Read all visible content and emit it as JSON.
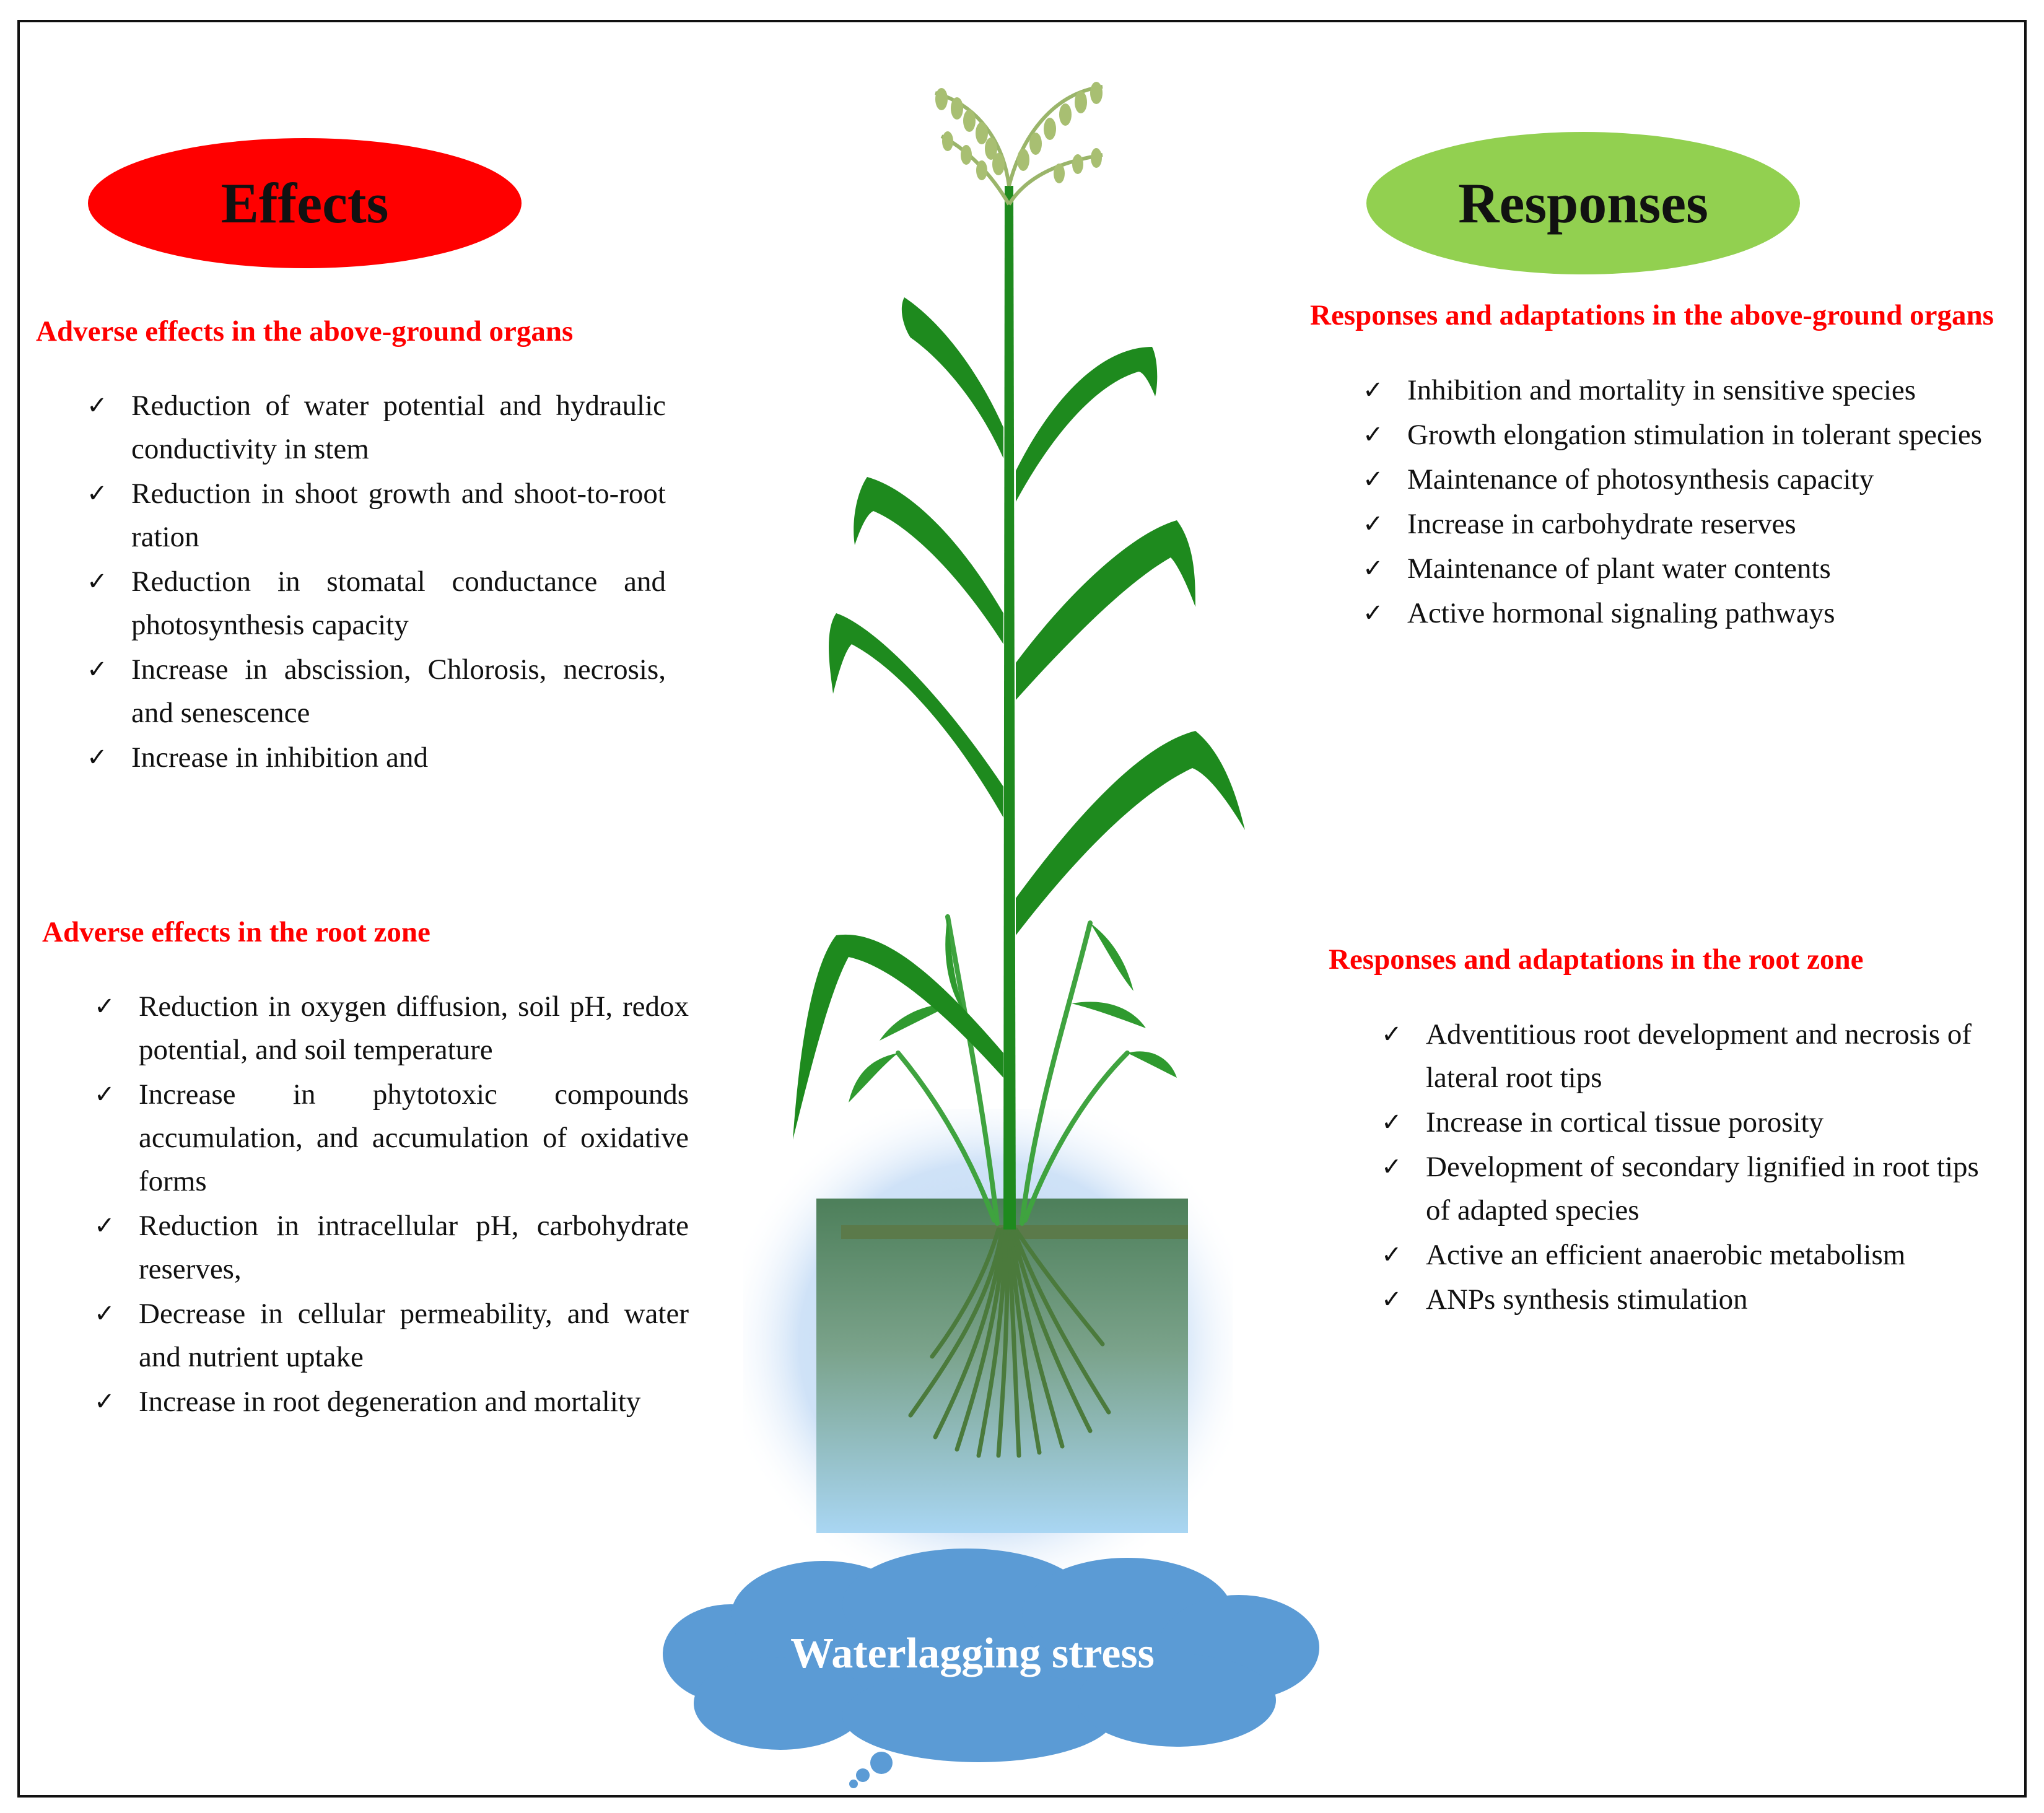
{
  "effects": {
    "title": "Effects",
    "above_ground": {
      "heading": "Adverse effects in the above-ground organs",
      "items": [
        "Reduction of water potential and hydraulic conductivity in stem",
        "Reduction in shoot growth and shoot-to-root ration",
        "Reduction in stomatal conductance and photosynthesis capacity",
        "Increase in abscission, Chlorosis, necrosis, and senescence",
        "Increase in inhibition and"
      ]
    },
    "root_zone": {
      "heading": "Adverse effects in the root zone",
      "items": [
        "Reduction in oxygen diffusion, soil pH, redox potential, and soil temperature",
        "Increase in phytotoxic compounds accumulation, and accumulation of oxidative forms",
        "Reduction in intracellular pH, carbohydrate reserves,",
        "Decrease in cellular permeability, and water and nutrient uptake",
        "Increase in root degeneration and mortality"
      ]
    }
  },
  "responses": {
    "title": "Responses",
    "above_ground": {
      "heading": "Responses and adaptations in the above-ground organs",
      "items": [
        "Inhibition and mortality in sensitive species",
        "Growth elongation stimulation in tolerant species",
        "Maintenance of photosynthesis capacity",
        "Increase in carbohydrate reserves",
        "Maintenance of plant water contents",
        "Active hormonal signaling pathways"
      ]
    },
    "root_zone": {
      "heading": "Responses and adaptations in the root zone",
      "items": [
        "Adventitious root development and necrosis of lateral root tips",
        "Increase in cortical tissue porosity",
        "Development of secondary lignified in root tips of adapted species",
        "Active an efficient anaerobic metabolism",
        "ANPs synthesis stimulation"
      ]
    }
  },
  "center": {
    "stress_label": "Waterlagging stress",
    "icons": [
      "plant-illustration",
      "water-tank",
      "cloud-shape"
    ]
  },
  "colors": {
    "effects_ellipse": "#ff0000",
    "responses_ellipse": "#92d050",
    "heading_text": "#ff0000",
    "plant_green": "#1e8a1e",
    "cloud_blue": "#5b9bd5"
  },
  "check_mark": "✓"
}
